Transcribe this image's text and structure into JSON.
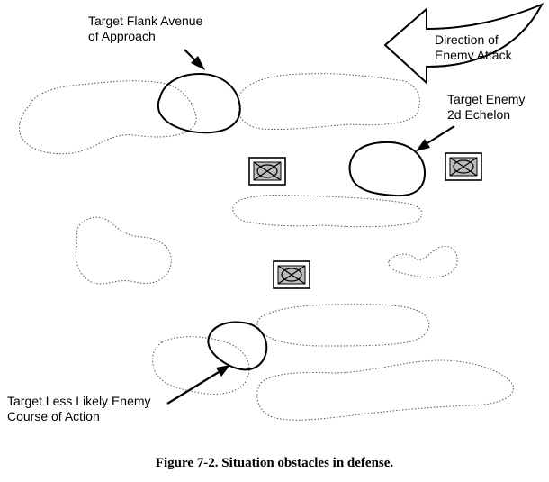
{
  "labels": {
    "flank_line1": "Target Flank Avenue",
    "flank_line2": "of Approach",
    "direction_line1": "Direction of",
    "direction_line2": "Enemy Attack",
    "echelon_line1": "Target Enemy",
    "echelon_line2": "2d Echelon",
    "less_likely_line1": "Target Less Likely Enemy",
    "less_likely_line2": "Course of Action"
  },
  "caption": "Figure 7-2. Situation obstacles in defense.",
  "icons": {
    "obstacle": "obstacle-symbol-icon",
    "direction": "direction-arrow-icon"
  }
}
